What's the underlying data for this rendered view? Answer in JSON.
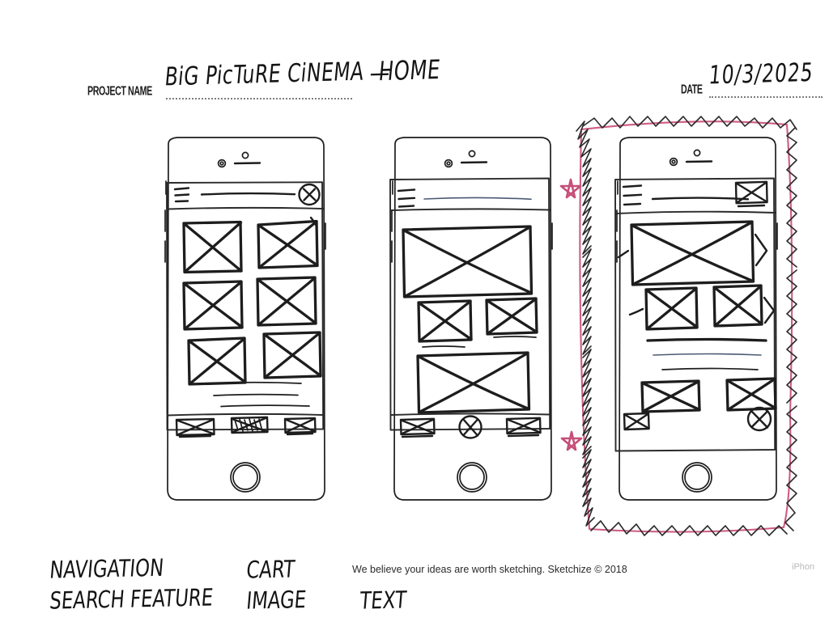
{
  "sheet": {
    "background": "#ffffff",
    "ink_color": "#1d1d1d",
    "accent_color": "#cf5c82",
    "highlight_color": "#4a5a74"
  },
  "header": {
    "project_label": "PROJECT NAME",
    "project_value": "BiG PicTuRE CiNEMA",
    "separator": "—",
    "page_value": "HOME",
    "date_label": "DATE",
    "date_value": "10/3/2025"
  },
  "footer": {
    "tagline": "We believe your ideas are worth sketching. Sketchize © 2018",
    "corner_mark": "iPhon",
    "annotations": [
      {
        "label": "NAVIGATION",
        "column": 1,
        "row": 1
      },
      {
        "label": "SEARCH FEATURE",
        "column": 1,
        "row": 2
      },
      {
        "label": "CART",
        "column": 2,
        "row": 1
      },
      {
        "label": "IMAGE",
        "column": 2,
        "row": 2
      },
      {
        "label": "TEXT",
        "column": 3,
        "row": 2
      }
    ]
  },
  "screens": [
    {
      "id": "screen-1",
      "name": "home-grid",
      "device": "iphone",
      "highlighted": false,
      "header": {
        "menu_icon": "hamburger-menu-icon",
        "search_field": "search-input",
        "cart_icon": "cart-circle-x-icon"
      },
      "content": {
        "layout": "two-column-image-grid",
        "image_rows": 3,
        "images_per_row": 2,
        "text_lines": 3
      },
      "tabbar": {
        "items": [
          {
            "icon": "image-box-icon",
            "state": "default"
          },
          {
            "icon": "image-box-icon",
            "state": "active"
          },
          {
            "icon": "image-box-icon",
            "state": "default"
          }
        ]
      }
    },
    {
      "id": "screen-2",
      "name": "home-hero",
      "device": "iphone",
      "highlighted": false,
      "header": {
        "menu_icon": "hamburger-menu-icon",
        "search_field": "search-input",
        "cart_icon": null
      },
      "content": {
        "layout": "hero-plus-two-up",
        "hero_images": 2,
        "paired_images": 2,
        "caption_lines": 2
      },
      "tabbar": {
        "items": [
          {
            "icon": "image-box-icon",
            "state": "default"
          },
          {
            "icon": "cart-circle-x-icon",
            "state": "default"
          },
          {
            "icon": "image-box-icon",
            "state": "default"
          }
        ]
      }
    },
    {
      "id": "screen-3",
      "name": "home-carousel",
      "device": "iphone",
      "highlighted": true,
      "highlight_style": "pink-box-with-scribble",
      "header": {
        "menu_icon": "hamburger-menu-icon",
        "search_field": "search-input",
        "cart_icon": "image-box-icon"
      },
      "content": {
        "layout": "carousel-plus-grid",
        "carousels": 2,
        "carousel_arrow_icon": "chevron-right-icon",
        "text_lines": 3,
        "grid_images": 2,
        "floating_icons": [
          "image-box-icon",
          "cart-circle-x-icon"
        ]
      },
      "tabbar": null
    }
  ],
  "markers": [
    {
      "icon": "star-icon",
      "color": "#cf5c82",
      "position": "left-of-screen-3-top"
    },
    {
      "icon": "star-icon",
      "color": "#cf5c82",
      "position": "left-of-screen-3-bottom"
    }
  ]
}
